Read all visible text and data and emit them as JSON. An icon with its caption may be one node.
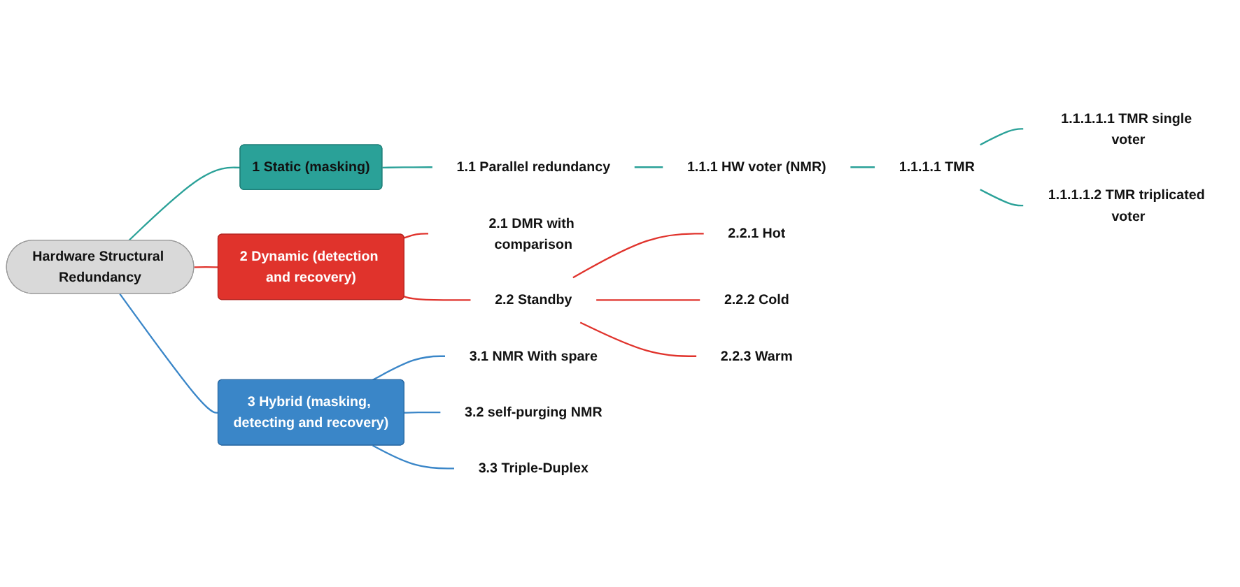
{
  "diagram": {
    "nodes": [
      {
        "text": [
          "Hardware Structural Redundancy"
        ]
      },
      {
        "text": [
          "1 Static (masking)"
        ]
      },
      {
        "text": [
          "1.1 Parallel redundancy"
        ]
      },
      {
        "text": [
          "1.1.1 HW voter (NMR)"
        ]
      },
      {
        "text": [
          "1.1.1.1 TMR"
        ]
      },
      {
        "text": [
          "1.1.1.1.1 TMR single voter"
        ]
      },
      {
        "text": [
          "1.1.1.1.2 TMR triplicated voter"
        ]
      },
      {
        "text": [
          "2 Dynamic (detection and recovery)"
        ]
      },
      {
        "text": [
          "2.1 DMR with comparison"
        ]
      },
      {
        "text": [
          "2.2 Standby"
        ]
      },
      {
        "text": [
          "2.2.1 Hot"
        ]
      },
      {
        "text": [
          "2.2.2 Cold"
        ]
      },
      {
        "text": [
          "2.2.3 Warm"
        ]
      },
      {
        "text": [
          "3 Hybrid (masking, detecting and recovery)"
        ]
      },
      {
        "text": [
          "3.1 NMR With spare"
        ]
      },
      {
        "text": [
          "3.2 self-purging NMR"
        ]
      },
      {
        "text": [
          "3.3 Triple-Duplex"
        ]
      }
    ],
    "edges": [
      {
        "from": 0,
        "to": 1,
        "arrow": "none",
        "color": "#2aa198"
      },
      {
        "from": 1,
        "to": 2,
        "arrow": "none",
        "color": "#2aa198"
      },
      {
        "from": 2,
        "to": 3,
        "arrow": "none",
        "color": "#2aa198"
      },
      {
        "from": 3,
        "to": 4,
        "arrow": "none",
        "color": "#2aa198"
      },
      {
        "from": 4,
        "to": 5,
        "arrow": "none",
        "color": "#2aa198"
      },
      {
        "from": 4,
        "to": 6,
        "arrow": "none",
        "color": "#2aa198"
      },
      {
        "from": 0,
        "to": 7,
        "arrow": "none",
        "color": "#e0332c"
      },
      {
        "from": 7,
        "to": 8,
        "arrow": "none",
        "color": "#e0332c"
      },
      {
        "from": 7,
        "to": 9,
        "arrow": "none",
        "color": "#e0332c"
      },
      {
        "from": 9,
        "to": 10,
        "arrow": "none",
        "color": "#e0332c"
      },
      {
        "from": 9,
        "to": 11,
        "arrow": "none",
        "color": "#e0332c"
      },
      {
        "from": 9,
        "to": 12,
        "arrow": "none",
        "color": "#e0332c"
      },
      {
        "from": 0,
        "to": 13,
        "arrow": "none",
        "color": "#3a86c8"
      },
      {
        "from": 13,
        "to": 14,
        "arrow": "none",
        "color": "#3a86c8"
      },
      {
        "from": 13,
        "to": 15,
        "arrow": "none",
        "color": "#3a86c8"
      },
      {
        "from": 13,
        "to": 16,
        "arrow": "none",
        "color": "#3a86c8"
      }
    ]
  }
}
